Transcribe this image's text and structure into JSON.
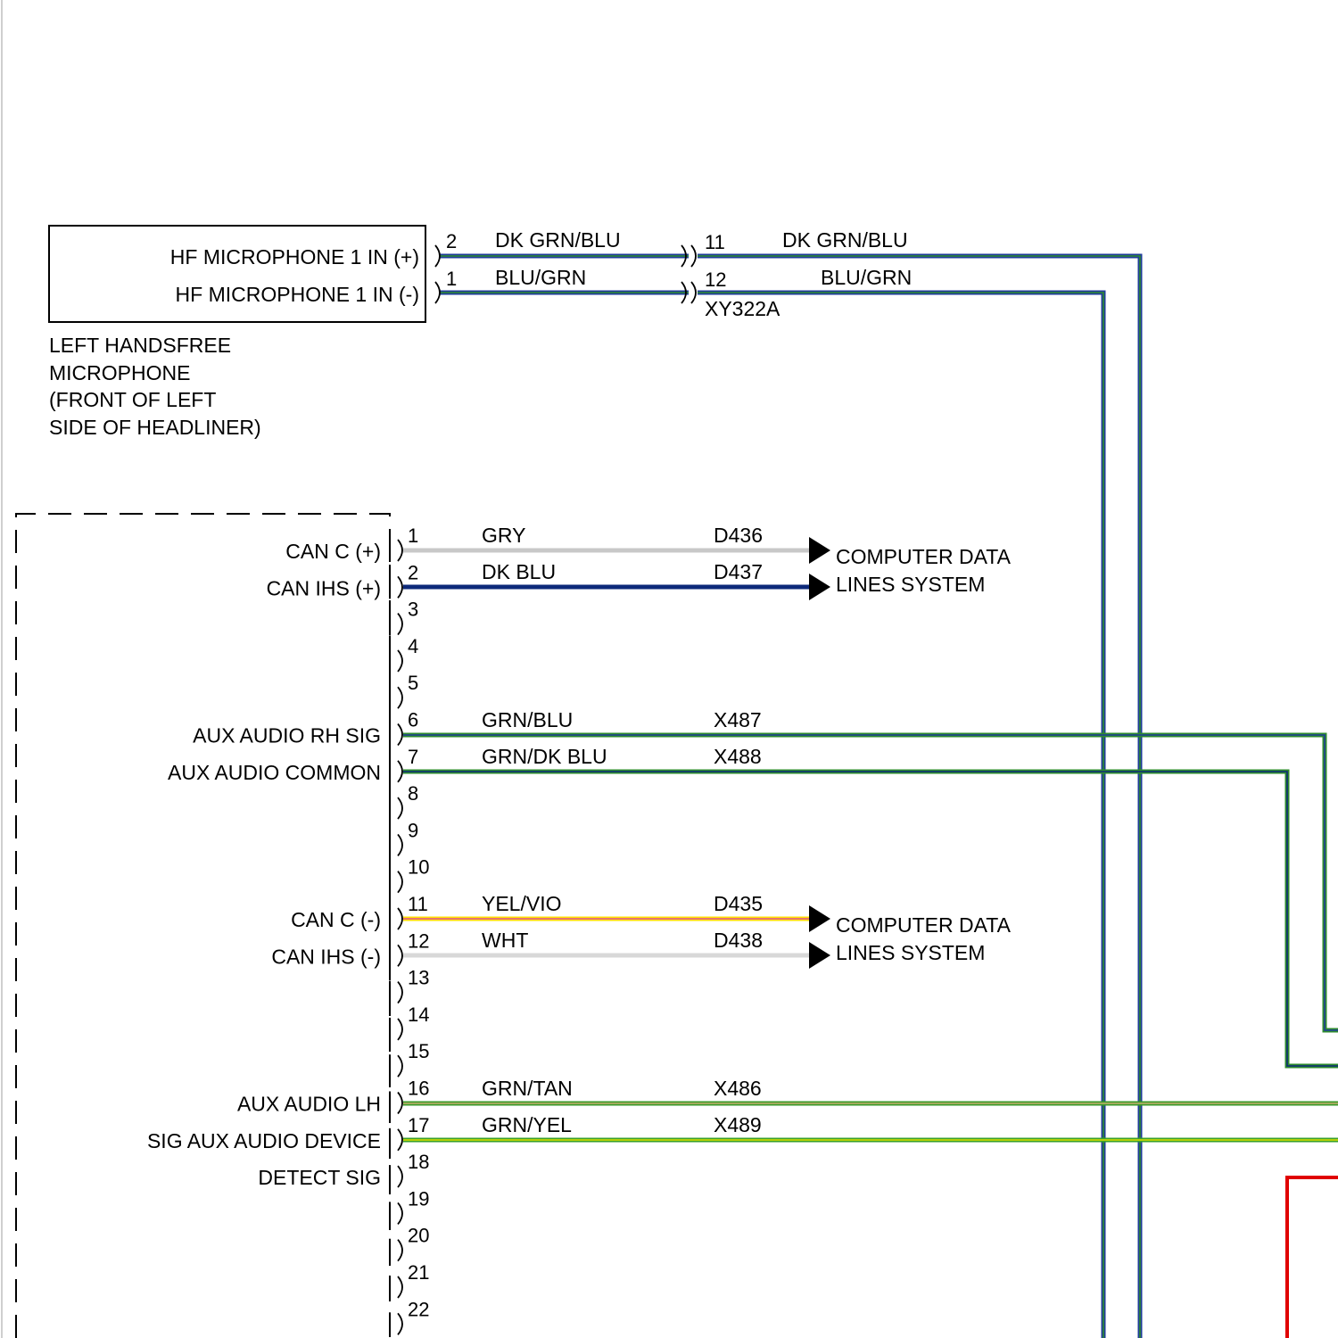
{
  "microphone": {
    "pins": [
      {
        "label": "HF MICROPHONE 1 IN (+)",
        "pin": "2",
        "wire_color": "DK GRN/BLU",
        "colors": [
          "#1f3c9a",
          "#2e8b2e"
        ]
      },
      {
        "label": "HF MICROPHONE 1 IN (-)",
        "pin": "1",
        "wire_color": "BLU/GRN",
        "colors": [
          "#1f3c9a",
          "#2e8b2e"
        ]
      }
    ],
    "description": [
      "LEFT HANDSFREE",
      "MICROPHONE",
      "(FRONT OF LEFT",
      "SIDE OF HEADLINER)"
    ]
  },
  "inline_connector": {
    "name": "XY322A",
    "pins": [
      {
        "pin": "11",
        "wire_color": "DK GRN/BLU"
      },
      {
        "pin": "12",
        "wire_color": "BLU/GRN"
      }
    ]
  },
  "module": {
    "pin_numbers": [
      "1",
      "2",
      "3",
      "4",
      "5",
      "6",
      "7",
      "8",
      "9",
      "10",
      "11",
      "12",
      "13",
      "14",
      "15",
      "16",
      "17",
      "18",
      "19",
      "20",
      "21",
      "22"
    ],
    "labels": [
      {
        "pin": 1,
        "text": "CAN C (+)"
      },
      {
        "pin": 2,
        "text": "CAN IHS (+)"
      },
      {
        "pin": 6,
        "text": "AUX AUDIO RH SIG"
      },
      {
        "pin": 7,
        "text": "AUX AUDIO COMMON"
      },
      {
        "pin": 11,
        "text": "CAN C (-)"
      },
      {
        "pin": 12,
        "text": "CAN IHS (-)"
      },
      {
        "pin": 16,
        "text": "AUX AUDIO LH"
      },
      {
        "pin": 17,
        "text": "SIG AUX AUDIO DEVICE"
      },
      {
        "pin": 18,
        "text": "DETECT SIG"
      }
    ],
    "wires": [
      {
        "pin": 1,
        "color_name": "GRY",
        "circuit": "D436",
        "colors": [
          "#c8c8c8"
        ]
      },
      {
        "pin": 2,
        "color_name": "DK BLU",
        "circuit": "D437",
        "colors": [
          "#0d2a7a"
        ]
      },
      {
        "pin": 6,
        "color_name": "GRN/BLU",
        "circuit": "X487",
        "colors": [
          "#2e8b2e",
          "#1f3c9a"
        ]
      },
      {
        "pin": 7,
        "color_name": "GRN/DK BLU",
        "circuit": "X488",
        "colors": [
          "#2e8b2e",
          "#0d2a7a"
        ]
      },
      {
        "pin": 11,
        "color_name": "YEL/VIO",
        "circuit": "D435",
        "colors": [
          "#ffe000",
          "#e05090"
        ]
      },
      {
        "pin": 12,
        "color_name": "WHT",
        "circuit": "D438",
        "colors": [
          "#d8d8d8"
        ]
      },
      {
        "pin": 16,
        "color_name": "GRN/TAN",
        "circuit": "X486",
        "colors": [
          "#3a9a2a",
          "#c8b070"
        ]
      },
      {
        "pin": 17,
        "color_name": "GRN/YEL",
        "circuit": "X489",
        "colors": [
          "#3aa02a",
          "#e0e000"
        ]
      }
    ]
  },
  "destinations": [
    {
      "lines": [
        "COMPUTER DATA",
        "LINES SYSTEM"
      ]
    },
    {
      "lines": [
        "COMPUTER DATA",
        "LINES SYSTEM"
      ]
    }
  ],
  "colors": {
    "red_wire": "#e00000"
  }
}
